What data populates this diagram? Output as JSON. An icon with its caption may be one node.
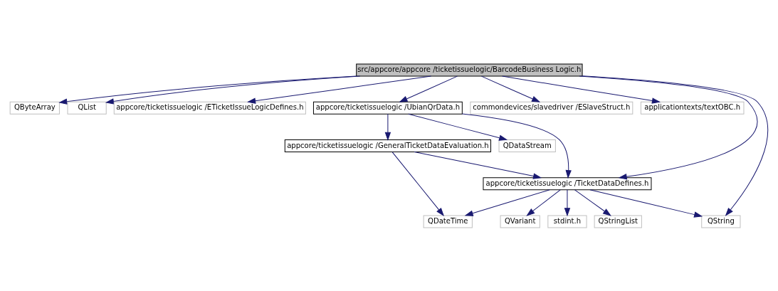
{
  "diagram": {
    "nodes": [
      {
        "text": [
          "src/appcore/appcore /ticketissuelogic/BarcodeBusiness Logic.h"
        ]
      },
      {
        "text": [
          "QByteArray"
        ]
      },
      {
        "text": [
          "QList"
        ]
      },
      {
        "text": [
          "appcore/ticketissuelogic /ETicketIssueLogicDefines.h"
        ]
      },
      {
        "text": [
          "appcore/ticketissuelogic /UbianQrData.h"
        ]
      },
      {
        "text": [
          "commondevices/slavedriver /ESlaveStruct.h"
        ]
      },
      {
        "text": [
          "applicationtexts/textOBC.h"
        ]
      },
      {
        "text": [
          "QDataStream"
        ]
      },
      {
        "text": [
          "appcore/ticketissuelogic /GeneralTicketDataEvaluation.h"
        ]
      },
      {
        "text": [
          "appcore/ticketissuelogic /TicketDataDefines.h"
        ]
      },
      {
        "text": [
          "QString"
        ]
      },
      {
        "text": [
          "stdint.h"
        ]
      },
      {
        "text": [
          "QStringList"
        ]
      },
      {
        "text": [
          "QVariant"
        ]
      },
      {
        "text": [
          "QDateTime"
        ]
      }
    ],
    "edges": [
      {
        "from": 0,
        "to": 1,
        "arrow": "to"
      },
      {
        "from": 0,
        "to": 2,
        "arrow": "to"
      },
      {
        "from": 0,
        "to": 3,
        "arrow": "to"
      },
      {
        "from": 0,
        "to": 4,
        "arrow": "to"
      },
      {
        "from": 0,
        "to": 5,
        "arrow": "to"
      },
      {
        "from": 0,
        "to": 6,
        "arrow": "to"
      },
      {
        "from": 0,
        "to": 10,
        "arrow": "to"
      },
      {
        "from": 0,
        "to": 9,
        "arrow": "to"
      },
      {
        "from": 4,
        "to": 9,
        "arrow": "to"
      },
      {
        "from": 4,
        "to": 7,
        "arrow": "to"
      },
      {
        "from": 4,
        "to": 8,
        "arrow": "to"
      },
      {
        "from": 8,
        "to": 9,
        "arrow": "to"
      },
      {
        "from": 8,
        "to": 14,
        "arrow": "to"
      },
      {
        "from": 9,
        "to": 10,
        "arrow": "to"
      },
      {
        "from": 9,
        "to": 11,
        "arrow": "to"
      },
      {
        "from": 9,
        "to": 12,
        "arrow": "to"
      },
      {
        "from": 9,
        "to": 13,
        "arrow": "to"
      },
      {
        "from": 9,
        "to": 14,
        "arrow": "to"
      }
    ]
  }
}
